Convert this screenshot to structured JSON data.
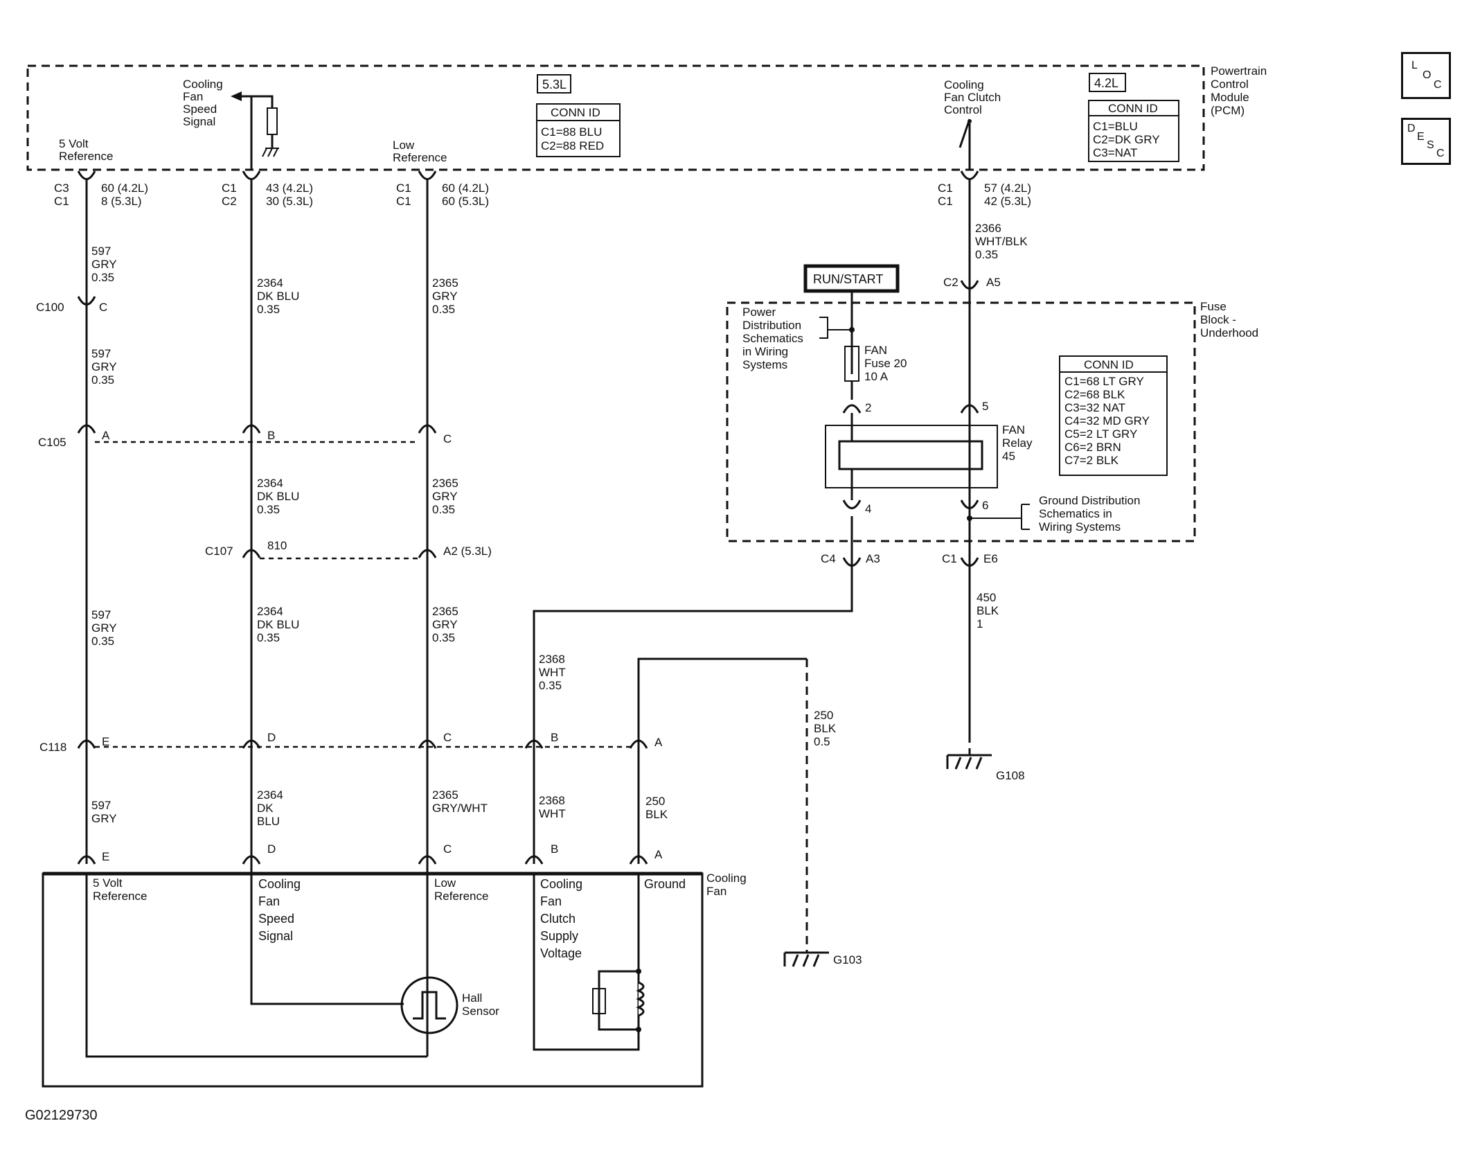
{
  "image_id": "G02129730",
  "nav": {
    "loc": [
      "L",
      "O",
      "C"
    ],
    "desc": [
      "D",
      "E",
      "S",
      "C"
    ]
  },
  "pcm": {
    "label": [
      "Powertrain",
      "Control",
      "Module",
      "(PCM)"
    ],
    "engine_53": "5.3L",
    "engine_42": "4.2L",
    "conn_title": "CONN ID",
    "conn_53": [
      "C1=88 BLU",
      "C2=88 RED"
    ],
    "conn_42": [
      "C1=BLU",
      "C2=DK GRY",
      "C3=NAT"
    ],
    "pins": {
      "ref5v": [
        "5 Volt",
        "Reference"
      ],
      "speed": [
        "Cooling",
        "Fan",
        "Speed",
        "Signal"
      ],
      "lowref": [
        "Low",
        "Reference"
      ],
      "clutch": [
        "Cooling",
        "Fan Clutch",
        "Control"
      ]
    }
  },
  "wires": {
    "w1": {
      "pcm_conn": [
        "C3",
        "C1"
      ],
      "pcm_pin": [
        "60 (4.2L)",
        "8 (5.3L)"
      ],
      "seg1": [
        "597",
        "GRY",
        "0.35"
      ],
      "c100": "C100",
      "c100_pin": "C",
      "seg2": [
        "597",
        "GRY",
        "0.35"
      ],
      "c105": "C105",
      "c105_pin": "A",
      "seg3": [
        "597",
        "GRY",
        "0.35"
      ],
      "c118": "C118",
      "c118_pin": "E",
      "seg4": [
        "597",
        "GRY"
      ],
      "fan_pin": "E"
    },
    "w2": {
      "pcm_conn": [
        "C1",
        "C2"
      ],
      "pcm_pin": [
        "43 (4.2L)",
        "30 (5.3L)"
      ],
      "seg1": [
        "2364",
        "DK BLU",
        "0.35"
      ],
      "c105_pin": "B",
      "seg2": [
        "2364",
        "DK BLU",
        "0.35"
      ],
      "c107": "C107",
      "c107_pin": "810",
      "seg3": [
        "2364",
        "DK BLU",
        "0.35"
      ],
      "c118_pin": "D",
      "seg4": [
        "2364",
        "DK",
        "BLU"
      ],
      "fan_pin": "D"
    },
    "w3": {
      "pcm_conn": [
        "C1",
        "C1"
      ],
      "pcm_pin": [
        "60 (4.2L)",
        "60 (5.3L)"
      ],
      "seg1": [
        "2365",
        "GRY",
        "0.35"
      ],
      "c105_pin": "C",
      "seg2": [
        "2365",
        "GRY",
        "0.35"
      ],
      "c107_pin": "A2 (5.3L)",
      "seg3": [
        "2365",
        "GRY",
        "0.35"
      ],
      "c118_pin": "C",
      "seg4": [
        "2365",
        "GRY/WHT"
      ],
      "fan_pin": "C"
    },
    "w4": {
      "seg": [
        "2368",
        "WHT",
        "0.35"
      ],
      "c118_pin": "B",
      "seg2": [
        "2368",
        "WHT"
      ],
      "fan_pin": "B"
    },
    "w5": {
      "c118_pin": "A",
      "seg": [
        "250",
        "BLK"
      ],
      "fan_pin": "A",
      "gnd_seg": [
        "250",
        "BLK",
        "0.5"
      ],
      "ground": "G103"
    },
    "clutch": {
      "pcm_conn": [
        "C1",
        "C1"
      ],
      "pcm_pin": [
        "57 (4.2L)",
        "42 (5.3L)"
      ],
      "seg": [
        "2366",
        "WHT/BLK",
        "0.35"
      ],
      "fb_conn": "C2",
      "fb_pin": "A5"
    }
  },
  "fuse_block": {
    "label": [
      "Fuse",
      "Block -",
      "Underhood"
    ],
    "run_start": "RUN/START",
    "power_note": [
      "Power",
      "Distribution",
      "Schematics",
      "in Wiring",
      "Systems"
    ],
    "fuse": [
      "FAN",
      "Fuse 20",
      "10 A"
    ],
    "relay": [
      "FAN",
      "Relay",
      "45"
    ],
    "relay_pins": [
      "2",
      "5",
      "4",
      "6"
    ],
    "ground_note": [
      "Ground Distribution",
      "Schematics in",
      "Wiring Systems"
    ],
    "conn_title": "CONN ID",
    "conn": [
      "C1=68 LT GRY",
      "C2=68 BLK",
      "C3=32 NAT",
      "C4=32 MD GRY",
      "C5=2 LT GRY",
      "C6=2 BRN",
      "C7=2 BLK"
    ],
    "out4": {
      "conn": "C4",
      "pin": "A3"
    },
    "out6": {
      "conn": "C1",
      "pin": "E6",
      "seg": [
        "450",
        "BLK",
        "1"
      ],
      "ground": "G108"
    }
  },
  "fan": {
    "label": [
      "Cooling",
      "Fan"
    ],
    "pins": {
      "ref5v": [
        "5 Volt",
        "Reference"
      ],
      "speed": [
        "Cooling",
        "Fan",
        "Speed",
        "Signal"
      ],
      "lowref": [
        "Low",
        "Reference"
      ],
      "supply": [
        "Cooling",
        "Fan",
        "Clutch",
        "Supply",
        "Voltage"
      ],
      "ground": "Ground"
    },
    "hall": [
      "Hall",
      "Sensor"
    ]
  }
}
